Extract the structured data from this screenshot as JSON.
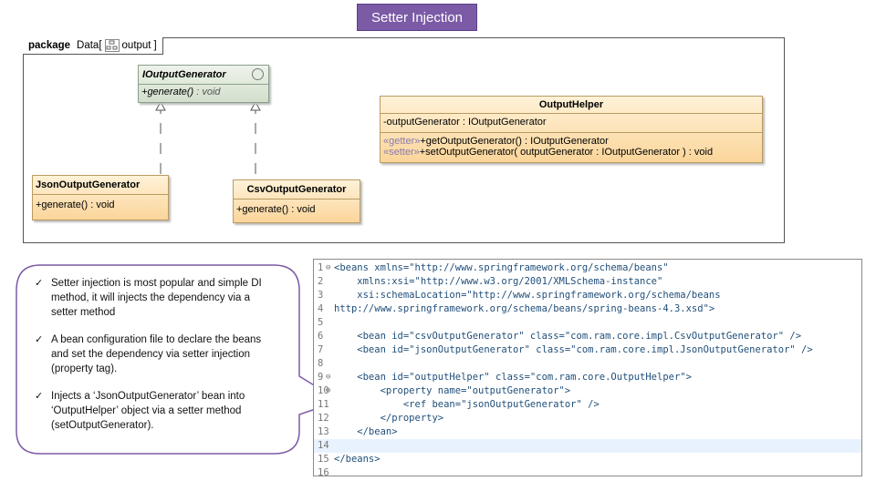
{
  "title": "Setter Injection",
  "package": {
    "keyword": "package",
    "name": "Data[",
    "frame": "output",
    "close": "]"
  },
  "interface": {
    "name": "IOutputGenerator",
    "ops": [
      {
        "vis": "+",
        "name": "generate()",
        "type": " : void"
      }
    ]
  },
  "json_gen": {
    "name": "JsonOutputGenerator",
    "op": "+generate() : void"
  },
  "csv_gen": {
    "name": "CsvOutputGenerator",
    "op": "+generate() : void"
  },
  "helper": {
    "name": "OutputHelper",
    "attr": "-outputGenerator : IOutputGenerator",
    "getter_stereo": "«getter»",
    "getter": "+getOutputGenerator() : IOutputGenerator",
    "setter_stereo": "«setter»",
    "setter": "+setOutputGenerator( outputGenerator : IOutputGenerator ) : void"
  },
  "bullets": [
    "Setter injection is most popular and simple DI method, it will injects the dependency via a setter method",
    "A bean configuration file to declare the beans and set the dependency via setter injection (property tag).",
    "Injects a ‘JsonOutputGenerator’ bean into ‘OutputHelper’ object via a setter method (setOutputGenerator)."
  ],
  "code": [
    {
      "n": "1",
      "fold": true,
      "text": "<beans xmlns=\"http://www.springframework.org/schema/beans\""
    },
    {
      "n": "2",
      "fold": false,
      "text": "    xmlns:xsi=\"http://www.w3.org/2001/XMLSchema-instance\""
    },
    {
      "n": "3",
      "fold": false,
      "text": "    xsi:schemaLocation=\"http://www.springframework.org/schema/beans"
    },
    {
      "n": "4",
      "fold": false,
      "text": "http://www.springframework.org/schema/beans/spring-beans-4.3.xsd\">"
    },
    {
      "n": "5",
      "fold": false,
      "text": ""
    },
    {
      "n": "6",
      "fold": false,
      "text": "    <bean id=\"csvOutputGenerator\" class=\"com.ram.core.impl.CsvOutputGenerator\" />"
    },
    {
      "n": "7",
      "fold": false,
      "text": "    <bean id=\"jsonOutputGenerator\" class=\"com.ram.core.impl.JsonOutputGenerator\" />"
    },
    {
      "n": "8",
      "fold": false,
      "text": ""
    },
    {
      "n": "9",
      "fold": true,
      "text": "    <bean id=\"outputHelper\" class=\"com.ram.core.OutputHelper\">"
    },
    {
      "n": "10",
      "fold": true,
      "text": "        <property name=\"outputGenerator\">"
    },
    {
      "n": "11",
      "fold": false,
      "text": "            <ref bean=\"jsonOutputGenerator\" />"
    },
    {
      "n": "12",
      "fold": false,
      "text": "        </property>"
    },
    {
      "n": "13",
      "fold": false,
      "text": "    </bean>"
    },
    {
      "n": "14",
      "fold": false,
      "text": ""
    },
    {
      "n": "15",
      "fold": false,
      "text": "</beans>"
    },
    {
      "n": "16",
      "fold": false,
      "text": ""
    }
  ],
  "colors": {
    "title_bg": "#7b5aa6",
    "class_fill": "#fbd59a",
    "interface_fill": "#d2dfcd"
  }
}
